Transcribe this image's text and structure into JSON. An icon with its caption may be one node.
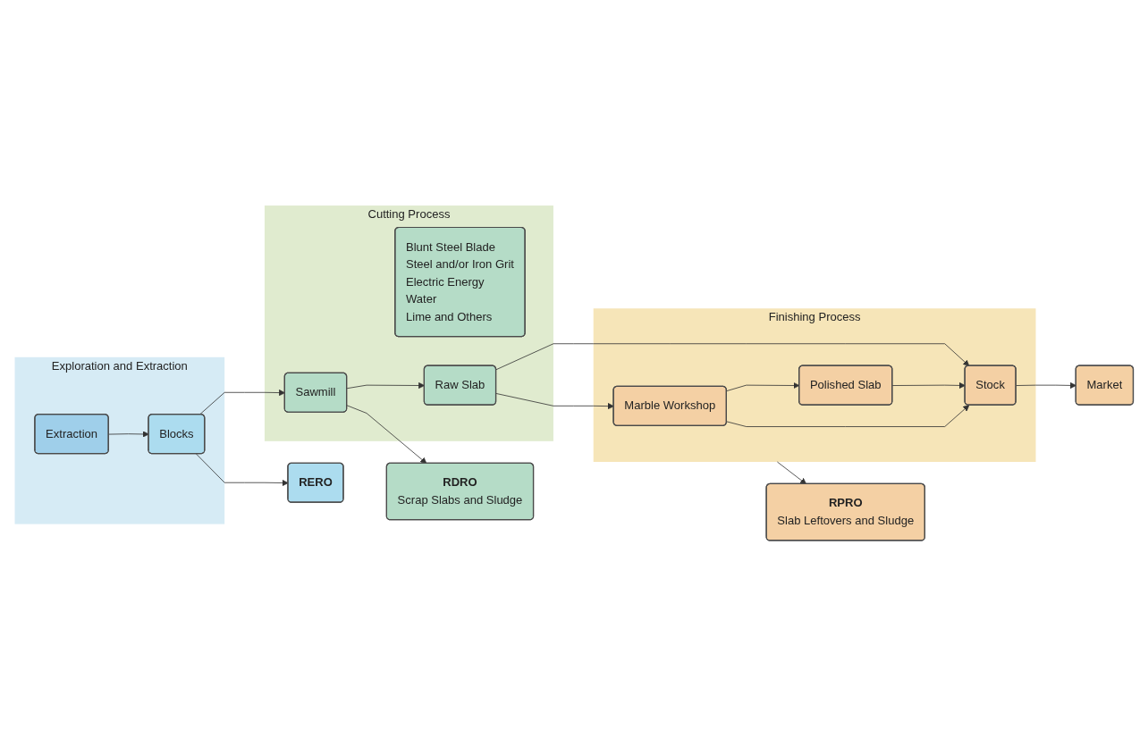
{
  "diagram": {
    "nodes": [
      {
        "text": [
          "Exploration and Extraction"
        ]
      },
      {
        "text": [
          "Extraction"
        ],
        "in": 0
      },
      {
        "text": [
          "Blocks"
        ],
        "in": 0
      },
      {
        "text": [
          "Cutting Process"
        ]
      },
      {
        "text": [
          "Blunt Steel Blade",
          "Steel and/or Iron Grit",
          "Electric Energy",
          "Water",
          "Lime and Others"
        ],
        "in": 3
      },
      {
        "text": [
          "Sawmill"
        ],
        "in": 3
      },
      {
        "text": [
          "Raw Slab"
        ],
        "in": 3
      },
      {
        "text": [
          "Finishing Process"
        ]
      },
      {
        "text": [
          "Marble Workshop"
        ],
        "in": 7
      },
      {
        "text": [
          "Polished Slab"
        ],
        "in": 7
      },
      {
        "text": [
          "Stock"
        ],
        "in": 7
      },
      {
        "text": [
          "Market"
        ]
      },
      {
        "text": [
          "RERO"
        ]
      },
      {
        "text": [
          "RDRO",
          "Scrap Slabs and Sludge"
        ]
      },
      {
        "text": [
          "RPRO",
          "Slab Leftovers and Sludge"
        ]
      }
    ],
    "edges": [
      {
        "from": 1,
        "to": 2,
        "arrow": "to"
      },
      {
        "from": 2,
        "to": 5,
        "arrow": "to"
      },
      {
        "from": 5,
        "to": 6,
        "arrow": "to"
      },
      {
        "from": 6,
        "to": 8,
        "arrow": "to"
      },
      {
        "from": 8,
        "to": 9,
        "arrow": "to"
      },
      {
        "from": 8,
        "to": 10,
        "arrow": "to"
      },
      {
        "from": 9,
        "to": 10,
        "arrow": "to"
      },
      {
        "from": 6,
        "to": 10,
        "arrow": "to"
      },
      {
        "from": 10,
        "to": 11,
        "arrow": "to"
      },
      {
        "from": 2,
        "to": 12,
        "arrow": "to"
      },
      {
        "from": 5,
        "to": 13,
        "arrow": "to"
      },
      {
        "from": 7,
        "to": 14,
        "arrow": "to"
      }
    ]
  }
}
